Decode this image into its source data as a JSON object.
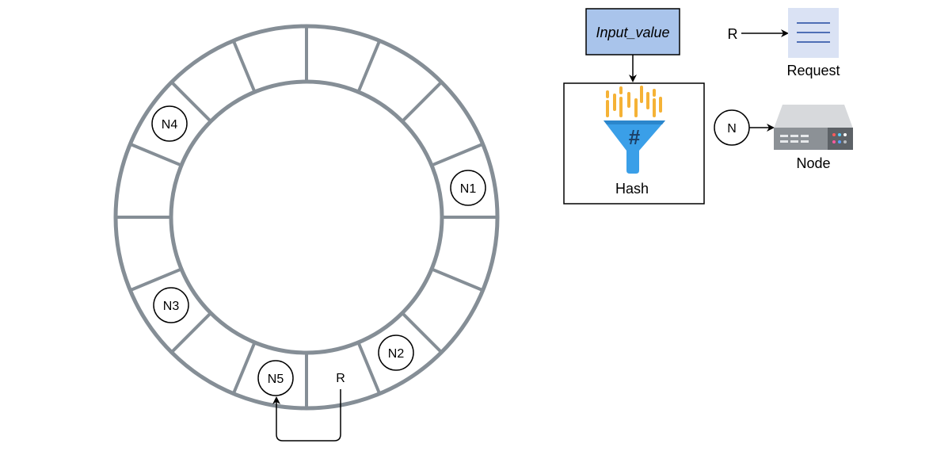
{
  "ring": {
    "nodes": [
      {
        "id": "n1",
        "label": "N1"
      },
      {
        "id": "n2",
        "label": "N2"
      },
      {
        "id": "n3",
        "label": "N3"
      },
      {
        "id": "n4",
        "label": "N4"
      },
      {
        "id": "n5",
        "label": "N5"
      }
    ],
    "request_label": "R",
    "segments": 16,
    "ring_color": "#858e96"
  },
  "hash_box": {
    "input_label": "Input_value",
    "hash_label": "Hash",
    "input_fill": "#a9c4eb",
    "funnel_color": "#3a9fe8",
    "bars_color": "#f5b236"
  },
  "legend": {
    "request_symbol": "R",
    "request_label": "Request",
    "node_symbol": "N",
    "node_label": "Node",
    "request_icon_fill": "#dae2f4",
    "request_icon_lines": "#4f6fb5"
  }
}
